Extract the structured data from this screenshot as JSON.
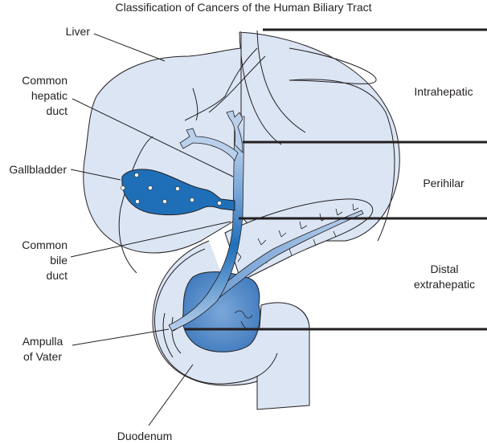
{
  "title": "Classification of Cancers of the Human Biliary Tract",
  "anatomy_labels": {
    "liver": "Liver",
    "common_hepatic_duct": [
      "Common",
      "hepatic",
      "duct"
    ],
    "gallbladder": "Gallbladder",
    "common_bile_duct": [
      "Common",
      "bile",
      "duct"
    ],
    "ampulla_of_vater": [
      "Ampulla",
      "of Vater"
    ],
    "duodenum": "Duodenum"
  },
  "region_labels": {
    "intrahepatic": "Intrahepatic",
    "perihilar": "Perihilar",
    "distal_extrahepatic": [
      "Distal",
      "extrahepatic"
    ]
  },
  "colors": {
    "organ_fill": "#dbe5f4",
    "duct_blue": "#1f6fb8",
    "duct_light": "#b9d0ec",
    "pancreas_head": "#4f87c6",
    "outline": "#231f20",
    "divider": "#231f20"
  }
}
